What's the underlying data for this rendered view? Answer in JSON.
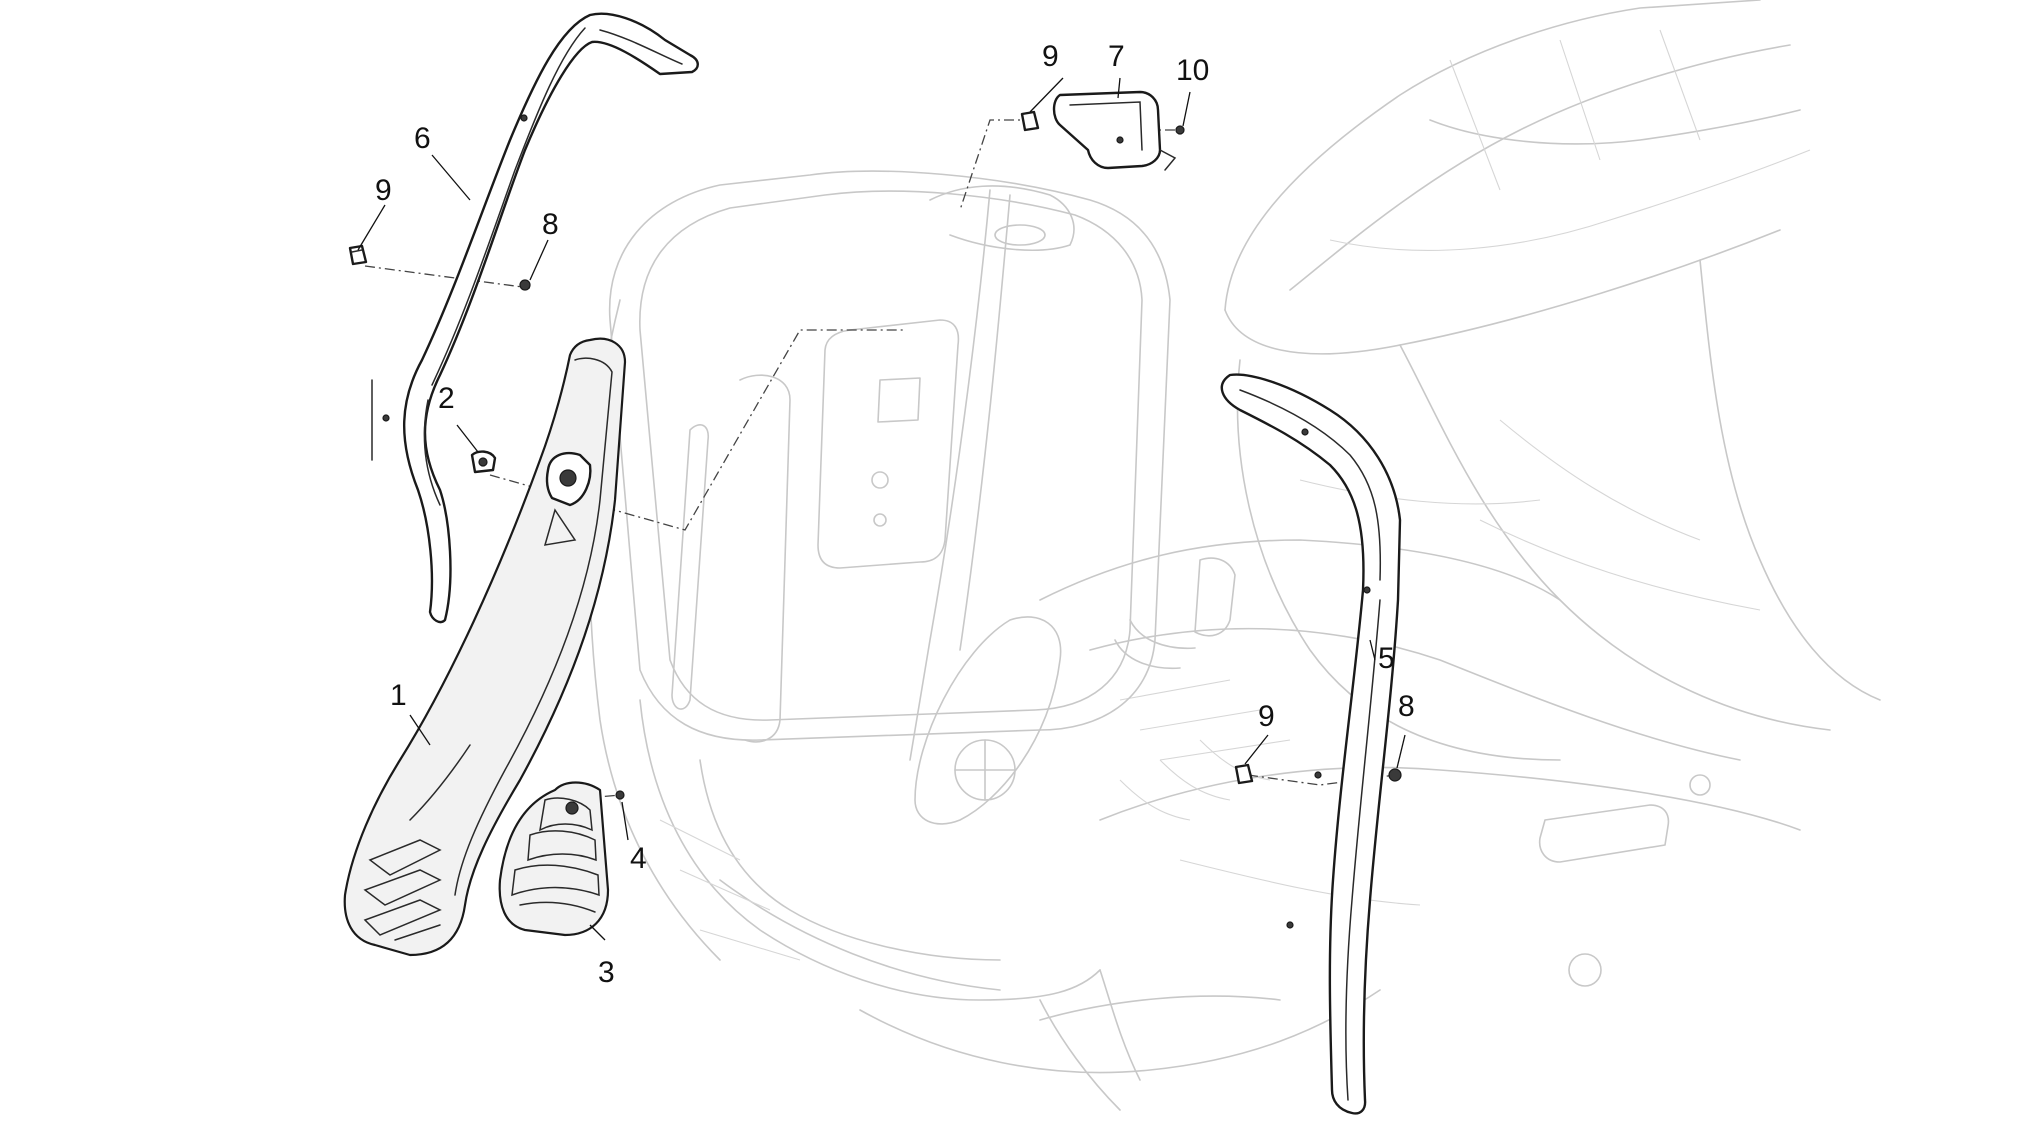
{
  "diagram": {
    "callouts": {
      "c1": "1",
      "c2": "2",
      "c3": "3",
      "c4": "4",
      "c5": "5",
      "c6": "6",
      "c7": "7",
      "c8a": "8",
      "c8b": "8",
      "c9a": "9",
      "c9b": "9",
      "c9c": "9",
      "c10": "10"
    }
  }
}
